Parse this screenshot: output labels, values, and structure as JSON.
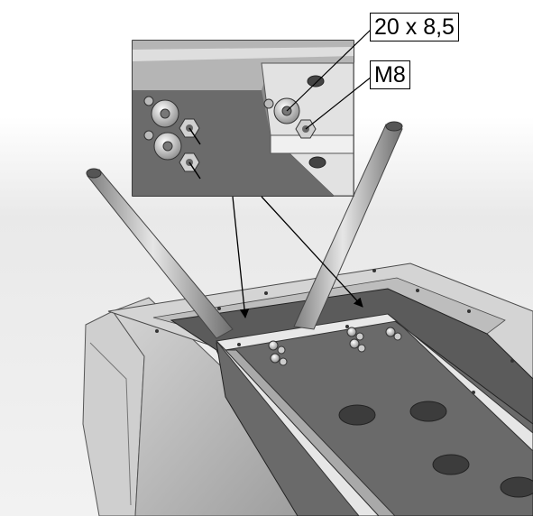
{
  "callouts": {
    "washer_label": "20 x 8,5",
    "nut_label": "M8"
  },
  "colors": {
    "frame_light": "#c9c9c9",
    "frame_mid": "#a6a6a6",
    "panel_dark": "#5b5b5b",
    "rail": "#e6e6e6",
    "background_top": "#ffffff",
    "background_fade": "#d8d8d8"
  },
  "parts": [
    "washer",
    "hex-nut",
    "bolt",
    "mounting-rail",
    "tube-handle",
    "base-frame"
  ]
}
